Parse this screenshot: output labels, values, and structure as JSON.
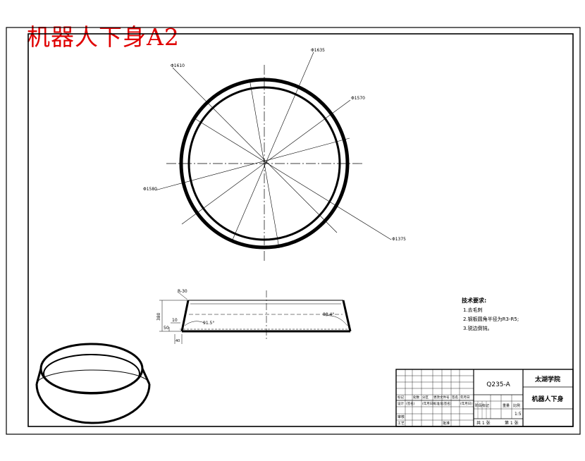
{
  "header": {
    "title": "机器人下身A2"
  },
  "plan_view": {
    "dims": [
      "Φ1610",
      "Φ1635",
      "Φ1570",
      "Φ1580",
      "Φ1375"
    ]
  },
  "section_view": {
    "dims": [
      "R-30",
      "380",
      "10",
      "50",
      "40",
      "91.5°",
      "88.4°"
    ]
  },
  "tech_notes": {
    "heading": "技术要求:",
    "items": [
      "1.去毛刺",
      "2.钢板圆角半径为R3-R5;",
      "3.锐边倒钝。"
    ]
  },
  "title_block": {
    "material": "Q235-A",
    "school": "太湖学院",
    "part_name": "机器人下身",
    "headers": [
      "标记",
      "处数",
      "分区",
      "更改文件号",
      "签名",
      "年月日"
    ],
    "row2": [
      "设计",
      "(签名)",
      "(年月日)",
      "标准化",
      "(签名)",
      "(年月日)"
    ],
    "stage_headers": [
      "阶段标记",
      "重量",
      "比例"
    ],
    "scale": "1:5",
    "approve": "批准",
    "audit": "审核",
    "process": "工艺",
    "sheets_total": "共 1 张",
    "sheet_no": "第 1 张"
  }
}
